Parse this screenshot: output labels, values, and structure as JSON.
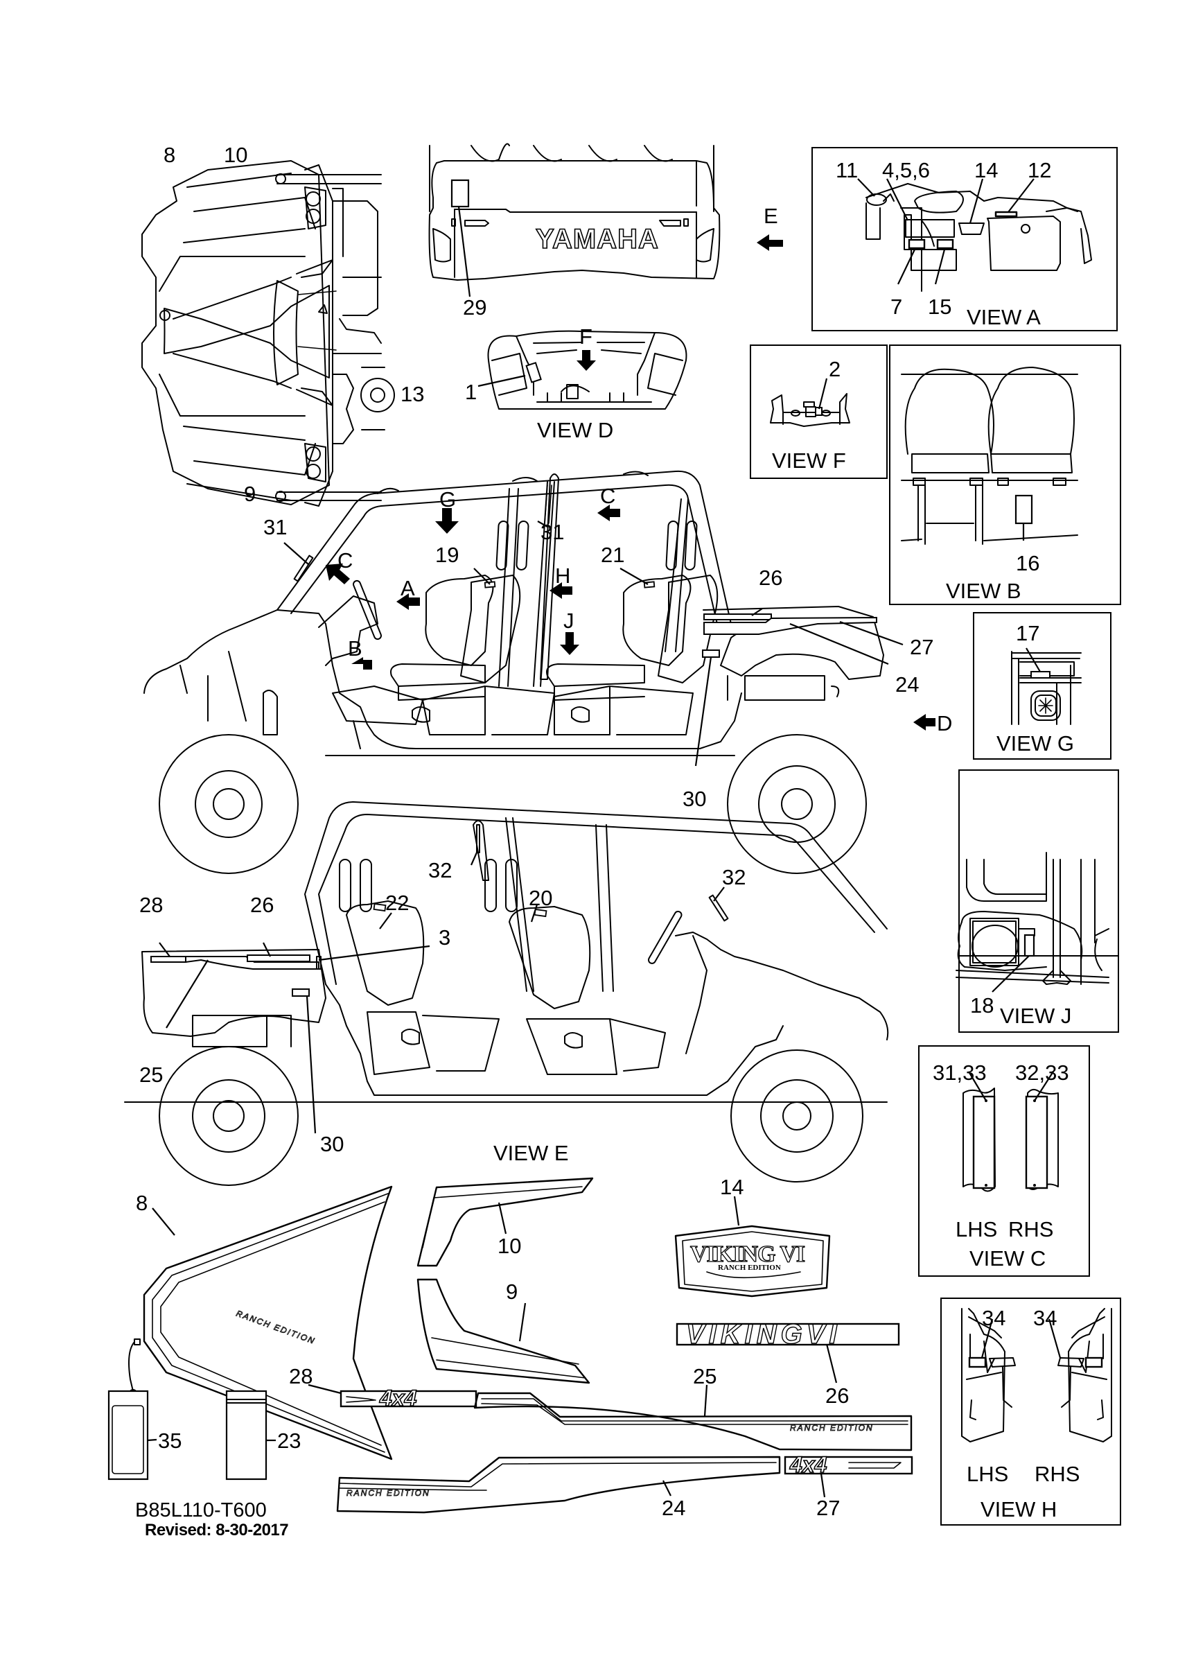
{
  "diagram": {
    "title_code": "B85L110-T600",
    "revised": "Revised: 8-30-2017",
    "top_view": {
      "callouts": [
        "8",
        "10",
        "13",
        "9"
      ]
    },
    "rear_view": {
      "brand_text": "YAMAHA",
      "callouts": [
        "29"
      ],
      "view_arrow": "E"
    },
    "view_d": {
      "title": "VIEW D",
      "callouts": [
        "1"
      ],
      "view_arrow": "F"
    },
    "view_a": {
      "title": "VIEW A",
      "callouts": [
        "11",
        "4,5,6",
        "14",
        "12",
        "7",
        "15"
      ]
    },
    "view_f": {
      "title": "VIEW F",
      "callouts": [
        "2"
      ]
    },
    "view_b": {
      "title": "VIEW B",
      "callouts": [
        "16"
      ]
    },
    "view_g": {
      "title": "VIEW G",
      "callouts": [
        "17"
      ]
    },
    "view_j": {
      "title": "VIEW J",
      "callouts": [
        "18"
      ]
    },
    "view_c": {
      "title": "VIEW C",
      "callouts": [
        "31,33",
        "32,33"
      ],
      "sides": [
        "LHS",
        "RHS"
      ]
    },
    "view_h": {
      "title": "VIEW H",
      "callouts": [
        "34",
        "34"
      ],
      "sides": [
        "LHS",
        "RHS"
      ]
    },
    "left_side": {
      "callouts": [
        "31",
        "31",
        "19",
        "21",
        "26",
        "27",
        "24",
        "30"
      ],
      "view_arrows": [
        "G",
        "C",
        "C",
        "A",
        "B",
        "H",
        "J",
        "D"
      ]
    },
    "view_e": {
      "title": "VIEW E",
      "callouts": [
        "32",
        "32",
        "22",
        "20",
        "28",
        "26",
        "3",
        "25",
        "30"
      ]
    },
    "decals": {
      "callouts": [
        "8",
        "10",
        "9",
        "14",
        "26",
        "28",
        "25",
        "24",
        "27",
        "35",
        "23"
      ],
      "decal_14_text": "VIKING VI",
      "decal_14_sub": "RANCH EDITION",
      "decal_26_text": "VIKINGVI",
      "decal_4x4_text": "4x4",
      "ranch_edition_text": "RANCH EDITION"
    }
  }
}
